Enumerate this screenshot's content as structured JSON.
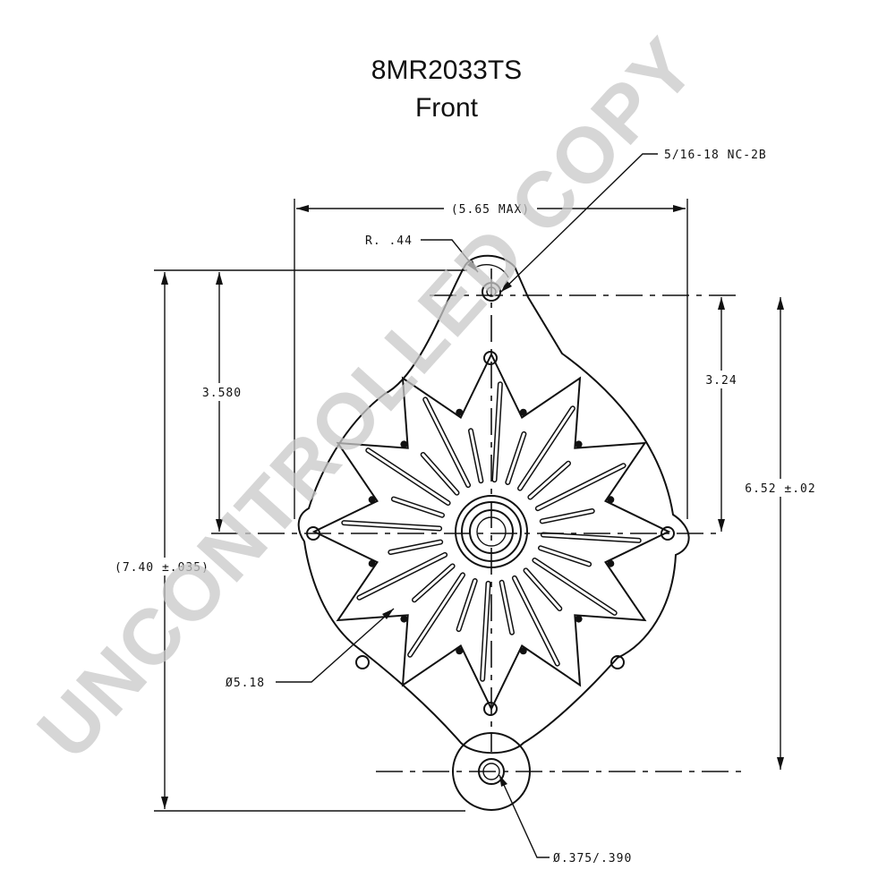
{
  "title": {
    "part_number": "8MR2033TS",
    "view": "Front"
  },
  "dimensions": {
    "thread": "5/16-18 NC-2B",
    "overall_width": "(5.65 MAX)",
    "radius": "R. .44",
    "top_to_center": "3.580",
    "mount_to_center": "3.24",
    "mount_to_mount": "6.52 ±.02",
    "overall_height": "(7.40 ±.035)",
    "body_diameter": "Ø5.18",
    "mount_hole": "Ø.375/.390"
  },
  "watermark": {
    "text": "UNCONTROLLED COPY",
    "color": "#c9c9c9"
  },
  "colors": {
    "line": "#111111",
    "background": "#ffffff"
  }
}
